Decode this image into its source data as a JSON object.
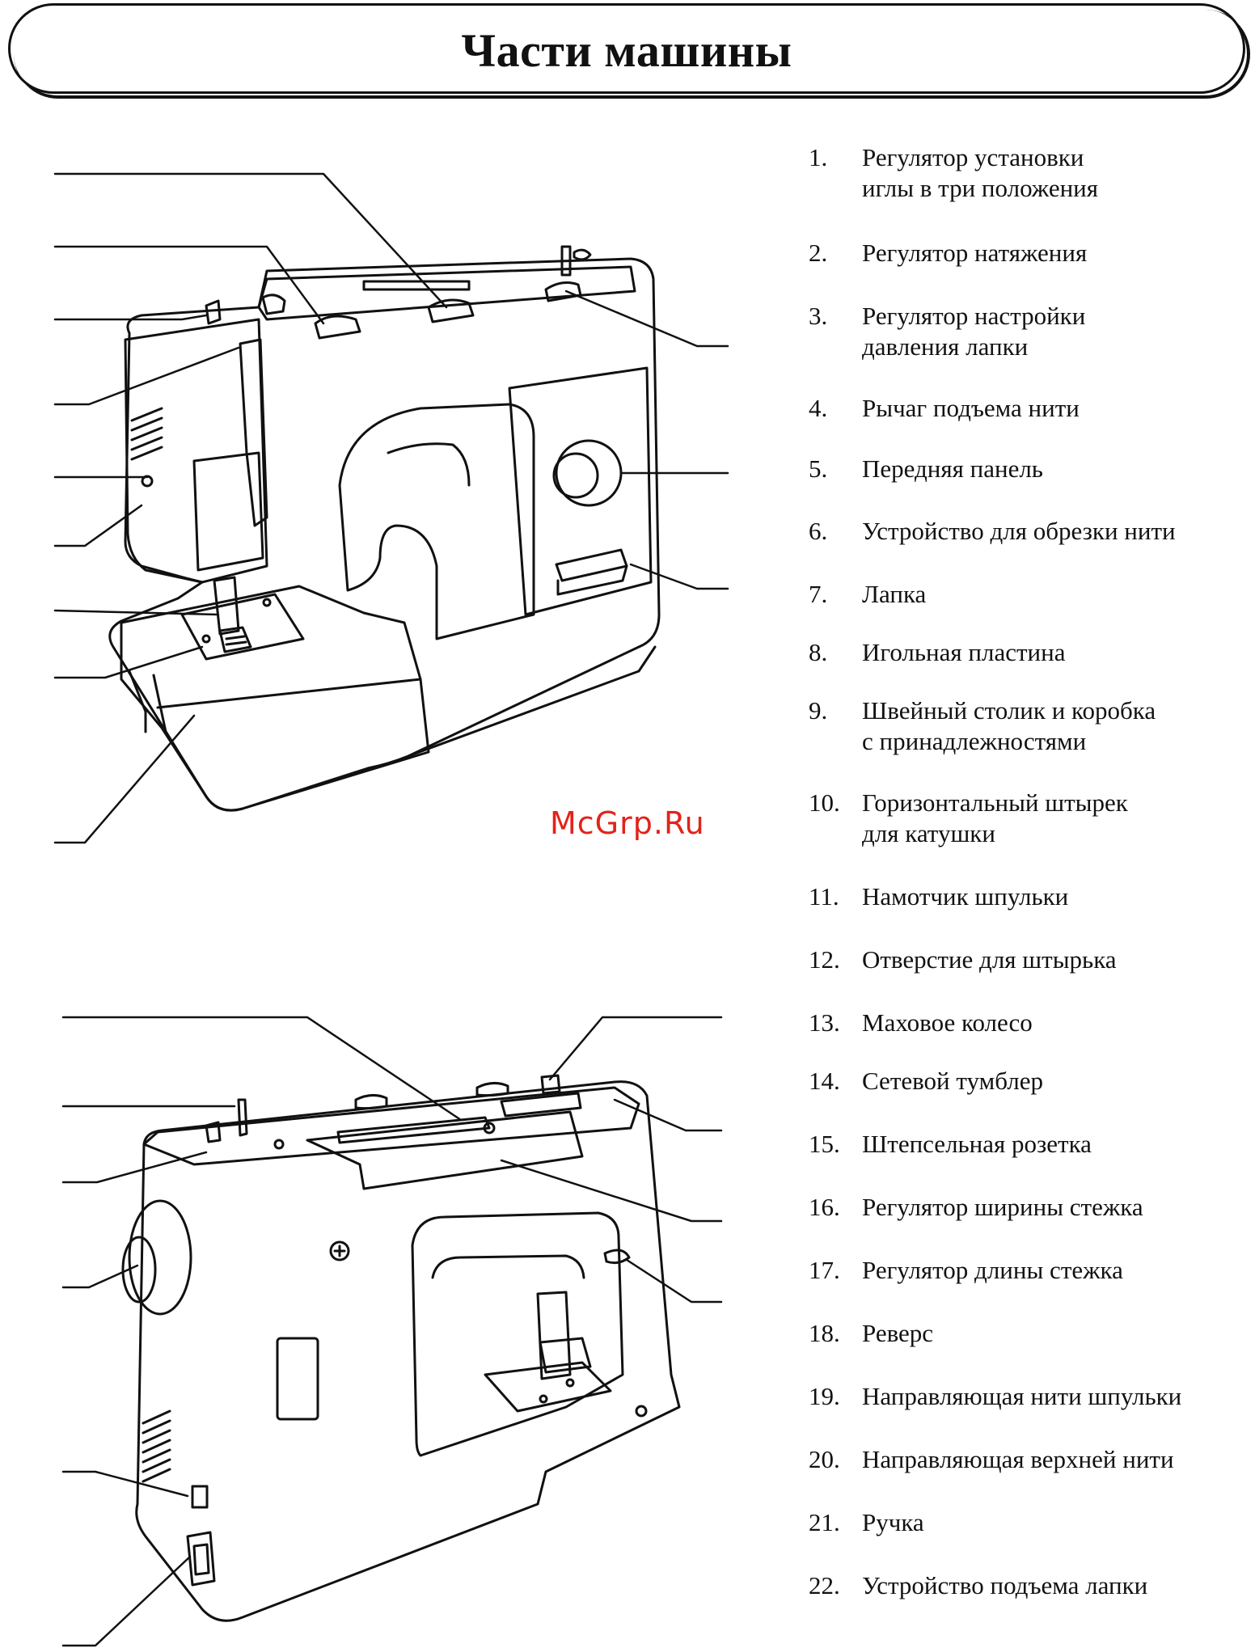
{
  "header": {
    "title": "Части машины"
  },
  "watermark": "McGrp.Ru",
  "parts": [
    {
      "num": "1.",
      "label": "Регулятор установки\nиглы в три положения"
    },
    {
      "num": "2.",
      "label": "Регулятор натяжения"
    },
    {
      "num": "3.",
      "label": "Регулятор настройки\nдавления лапки"
    },
    {
      "num": "4.",
      "label": "Рычаг подъема нити"
    },
    {
      "num": "5.",
      "label": "Передняя панель"
    },
    {
      "num": "6.",
      "label": "Устройство для обрезки нити"
    },
    {
      "num": "7.",
      "label": "Лапка"
    },
    {
      "num": "8.",
      "label": "Игольная пластина"
    },
    {
      "num": "9.",
      "label": "Швейный столик и коробка\nс принадлежностями"
    },
    {
      "num": "10.",
      "label": "Горизонтальный штырек\nдля катушки"
    },
    {
      "num": "11.",
      "label": "Намотчик шпульки"
    },
    {
      "num": "12.",
      "label": "Отверстие для штырька"
    },
    {
      "num": "13.",
      "label": "Маховое колесо"
    },
    {
      "num": "14.",
      "label": "Сетевой тумблер"
    },
    {
      "num": "15.",
      "label": "Штепсельная розетка"
    },
    {
      "num": "16.",
      "label": "Регулятор ширины стежка"
    },
    {
      "num": "17.",
      "label": "Регулятор длины стежка"
    },
    {
      "num": "18.",
      "label": "Реверс"
    },
    {
      "num": "19.",
      "label": "Направляющая нити шпульки"
    },
    {
      "num": "20.",
      "label": "Направляющая верхней нити"
    },
    {
      "num": "21.",
      "label": "Ручка"
    },
    {
      "num": "22.",
      "label": "Устройство подъема лапки"
    }
  ]
}
